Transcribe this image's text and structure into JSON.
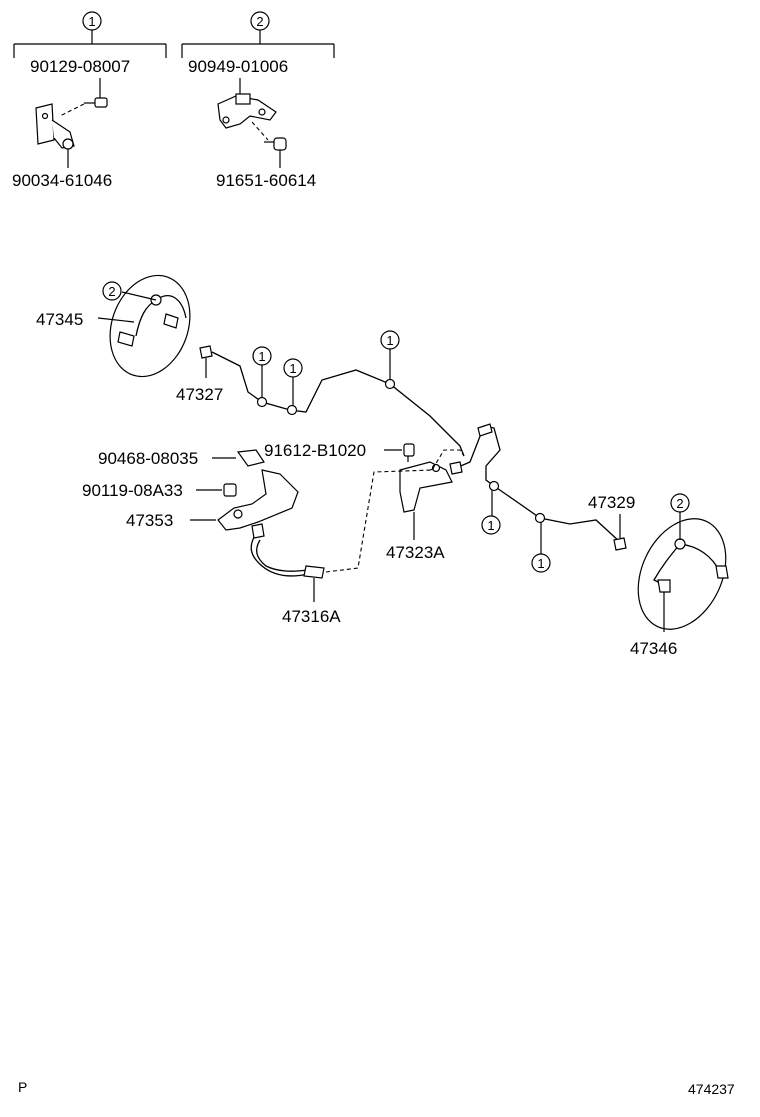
{
  "callout_refs": {
    "ref1": "1",
    "ref2": "2"
  },
  "parts": {
    "p90129": "90129-08007",
    "p90949": "90949-01006",
    "p90034": "90034-61046",
    "p91651": "91651-60614",
    "p47345": "47345",
    "p47327": "47327",
    "p91612": "91612-B1020",
    "p90468": "90468-08035",
    "p90119": "90119-08A33",
    "p47353": "47353",
    "p47323A": "47323A",
    "p47316A": "47316A",
    "p47329": "47329",
    "p47346": "47346"
  },
  "footer": {
    "left_code": "P",
    "drawing_number": "474237"
  }
}
